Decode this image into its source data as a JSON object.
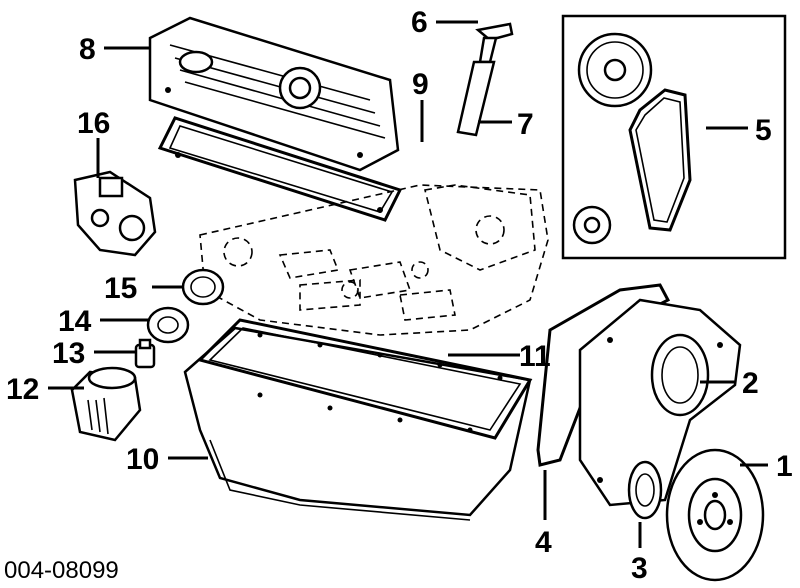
{
  "diagram": {
    "reference_code": "004-08099",
    "callouts": [
      {
        "id": "1",
        "text": "1"
      },
      {
        "id": "2",
        "text": "2"
      },
      {
        "id": "3",
        "text": "3"
      },
      {
        "id": "4",
        "text": "4"
      },
      {
        "id": "5",
        "text": "5"
      },
      {
        "id": "6",
        "text": "6"
      },
      {
        "id": "7",
        "text": "7"
      },
      {
        "id": "8",
        "text": "8"
      },
      {
        "id": "9",
        "text": "9"
      },
      {
        "id": "10",
        "text": "10"
      },
      {
        "id": "11",
        "text": "11"
      },
      {
        "id": "12",
        "text": "12"
      },
      {
        "id": "13",
        "text": "13"
      },
      {
        "id": "14",
        "text": "14"
      },
      {
        "id": "15",
        "text": "15"
      },
      {
        "id": "16",
        "text": "16"
      }
    ]
  }
}
